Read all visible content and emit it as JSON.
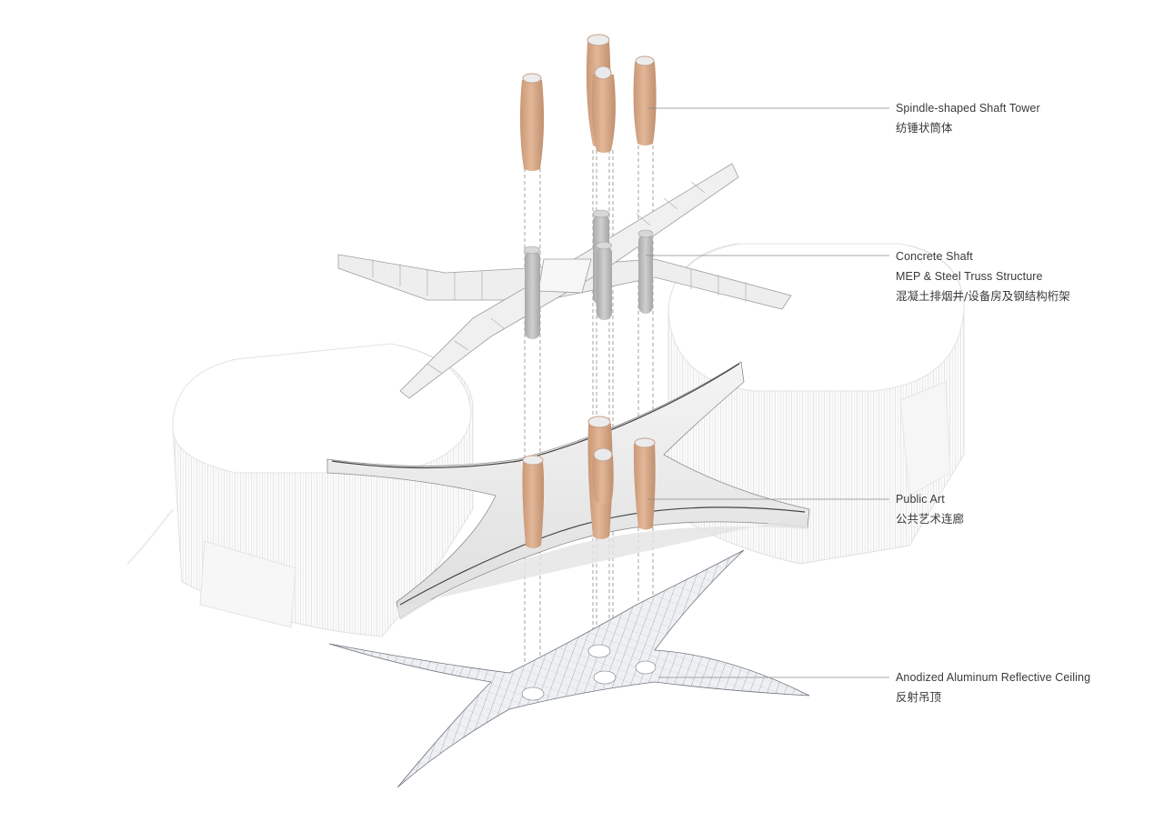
{
  "diagram": {
    "type": "exploded axonometric architectural diagram",
    "background_color": "#ffffff",
    "colors": {
      "shaft_tower": "#d9ab8a",
      "shaft_tower_shade": "#b98a6a",
      "concrete": "#bdbdbd",
      "truss": "#d6d6d6",
      "building_outline": "#dcdcdc",
      "ceiling_grid": "#7a7f8a",
      "leader_line": "#8a8a8a",
      "text": "#3a3a3a"
    },
    "layers": [
      {
        "id": "shaft-tower",
        "description": "Four spindle-shaped timber-toned shaft towers with glass openings at top"
      },
      {
        "id": "concrete-shaft-truss",
        "description": "Four concrete shafts with X-shaped steel truss bridge structure"
      },
      {
        "id": "public-art",
        "description": "X-shaped curved bridge deck with spindle towers between two rounded-square buildings"
      },
      {
        "id": "reflective-ceiling",
        "description": "X-shaped anodized aluminum ceiling surface with four circular openings"
      }
    ]
  },
  "labels": [
    {
      "en": "Spindle-shaped Shaft Tower",
      "zh": "纺锤状筒体"
    },
    {
      "en": "Concrete Shaft",
      "en2": "MEP & Steel Truss Structure",
      "zh": "混凝土排烟井/设备房及钢结构桁架"
    },
    {
      "en": "Public Art",
      "zh": "公共艺术连廊"
    },
    {
      "en": "Anodized Aluminum Reflective Ceiling",
      "zh": "反射吊顶"
    }
  ]
}
